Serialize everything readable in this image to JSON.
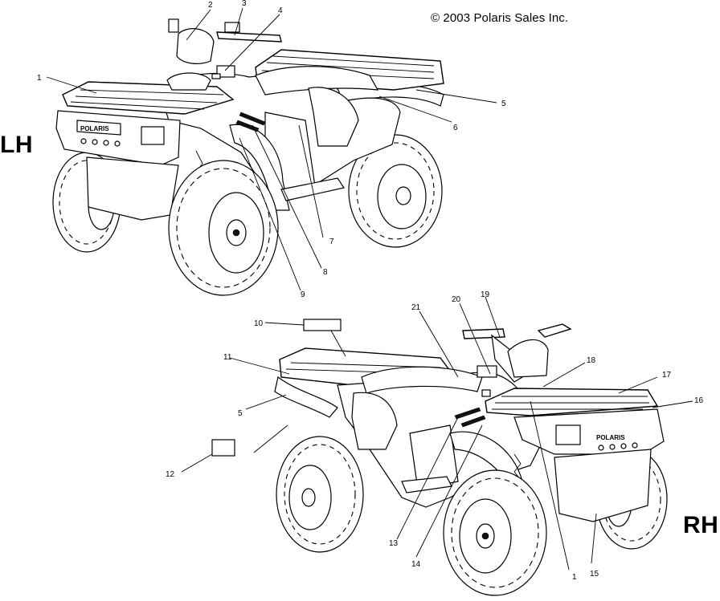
{
  "copyright": "© 2003 Polaris Sales Inc.",
  "side_labels": {
    "left": "LH",
    "right": "RH"
  },
  "brand_badge": "POLARIS",
  "callouts_lh": [
    "1",
    "2",
    "3",
    "4",
    "5",
    "6",
    "7",
    "8",
    "9"
  ],
  "callouts_rh": [
    "10",
    "11",
    "21",
    "20",
    "19",
    "18",
    "17",
    "16",
    "5",
    "12",
    "13",
    "14",
    "1",
    "15"
  ]
}
